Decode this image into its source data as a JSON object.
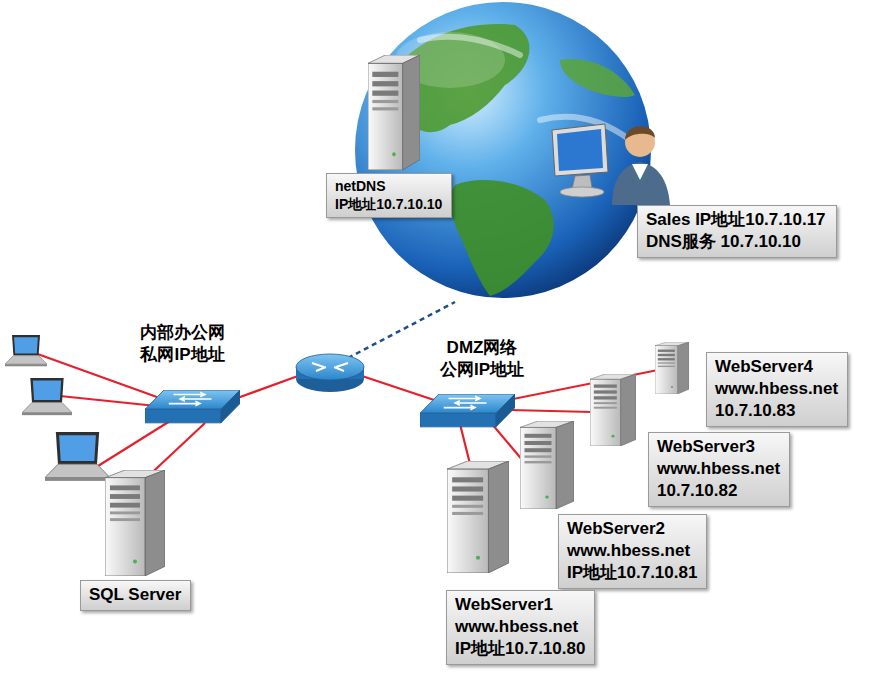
{
  "diagram": {
    "nodes": [
      {
        "text": [
          "netDNS IP地址10.7.10.10"
        ]
      },
      {
        "text": [
          "Sales IP地址10.7.10.17 DNS服务 10.7.10.10"
        ]
      },
      {
        "text": [
          "WebServer4 www.hbess.net 10.7.10.83"
        ]
      },
      {
        "text": [
          "WebServer3 www.hbess.net 10.7.10.82"
        ]
      },
      {
        "text": [
          "WebServer2 www.hbess.net IP地址10.7.10.81"
        ]
      },
      {
        "text": [
          "WebServer1 www.hbess.net IP地址10.7.10.80"
        ]
      },
      {
        "text": [
          "SQL Server"
        ]
      }
    ],
    "labels": [
      "内部办公网 私网IP地址",
      "DMZ网络 公网IP地址"
    ]
  }
}
